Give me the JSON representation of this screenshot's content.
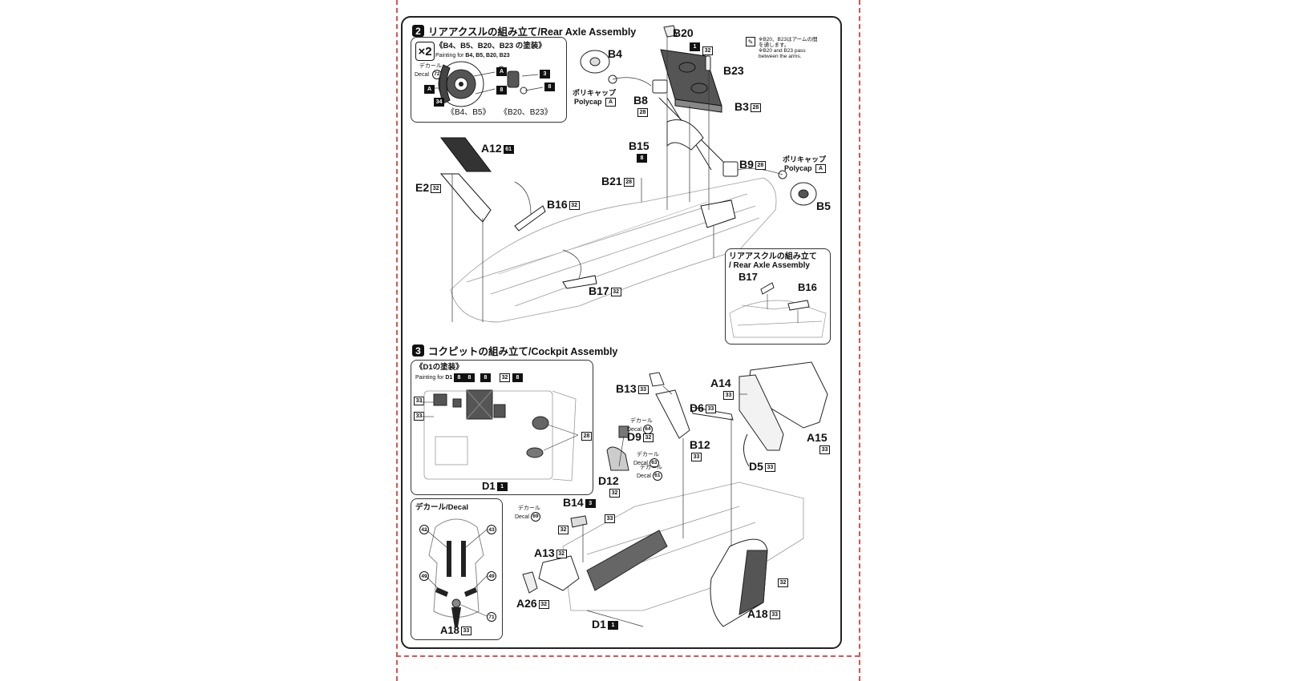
{
  "page": {
    "cut_guide_color": "#d9534f"
  },
  "step2": {
    "number": "2",
    "title": "リアアクスルの組み立て/Rear Axle Assembly",
    "painting_box": {
      "multiplier": "×2",
      "title": "《B4、B5、B20、B23 の塗装》",
      "subtitle_prefix": "Painting for",
      "subtitle_parts": "B4, B5, B20, B23",
      "decal_jp": "デカール",
      "decal_en": "Decal",
      "decal_no": "72",
      "codes": {
        "A": "A",
        "code8": "8",
        "code34": "34",
        "code3": "3"
      },
      "caption_left": "《B4、B5》",
      "caption_right": "《B20、B23》"
    },
    "note": {
      "jp_line1": "※B20、B23はアームの間",
      "jp_line2": "を通します。",
      "en_line1": "※B20 and B23 pass",
      "en_line2": "between the arms."
    },
    "parts": [
      {
        "name": "B20",
        "code": ""
      },
      {
        "name": "B4",
        "code": ""
      },
      {
        "name": "B23",
        "code": ""
      },
      {
        "name": "B8",
        "code": "28"
      },
      {
        "name": "B3",
        "code": "28"
      },
      {
        "name": "B15",
        "code": "8"
      },
      {
        "name": "B9",
        "code": "28"
      },
      {
        "name": "B5",
        "code": ""
      },
      {
        "name": "A12",
        "code": "61"
      },
      {
        "name": "B21",
        "code": "28"
      },
      {
        "name": "E2",
        "code": "32"
      },
      {
        "name": "B16",
        "code": "32"
      },
      {
        "name": "B17",
        "code": "32"
      }
    ],
    "callout_codes": {
      "top_black": "1",
      "top_boxed": "32"
    },
    "polycap_jp": "ポリキャップ",
    "polycap_en": "Polycap",
    "polycap_code": "A",
    "inset": {
      "title_line1": "リアアスクルの組み立て",
      "title_line2": "/ Rear Axle Assembly",
      "parts": [
        "B17",
        "B16"
      ]
    }
  },
  "step3": {
    "number": "3",
    "title": "コクピットの組み立て/Cockpit Assembly",
    "painting_box": {
      "title": "《D1の塗装》",
      "subtitle_prefix": "Painting for",
      "subtitle_part": "D1",
      "top_codes": [
        "8",
        "8",
        "8",
        "32",
        "8"
      ],
      "left_codes": [
        "33",
        "33"
      ],
      "right_code": "28",
      "part_label": "D1",
      "part_code": "1"
    },
    "decal_box": {
      "title": "デカール/Decal",
      "numbers": [
        "42",
        "43",
        "49",
        "49",
        "71"
      ],
      "part_label": "A18",
      "part_code": "33"
    },
    "parts": [
      {
        "name": "B13",
        "code": "33"
      },
      {
        "name": "A14",
        "code": "33"
      },
      {
        "name": "D6",
        "code": "33"
      },
      {
        "name": "D9",
        "code": "32"
      },
      {
        "name": "B12",
        "code": "33"
      },
      {
        "name": "A15",
        "code": "33"
      },
      {
        "name": "D12",
        "code": "32"
      },
      {
        "name": "D5",
        "code": "33"
      },
      {
        "name": "B14",
        "code": "3"
      },
      {
        "name": "A13",
        "code": "32"
      },
      {
        "name": "A26",
        "code": "32"
      },
      {
        "name": "D1",
        "code": "1"
      },
      {
        "name": "A18",
        "code": "33"
      }
    ],
    "decals": [
      {
        "jp": "デカール",
        "en": "Decal",
        "no": "64"
      },
      {
        "jp": "デカール",
        "en": "Decal",
        "no": "63"
      },
      {
        "jp": "デカール",
        "en": "Decal",
        "no": "61"
      },
      {
        "jp": "デカール",
        "en": "Decal",
        "no": "69"
      }
    ],
    "misc_codes": {
      "b14_side": "32",
      "chassis_left": "33",
      "seat_side": "32"
    }
  }
}
